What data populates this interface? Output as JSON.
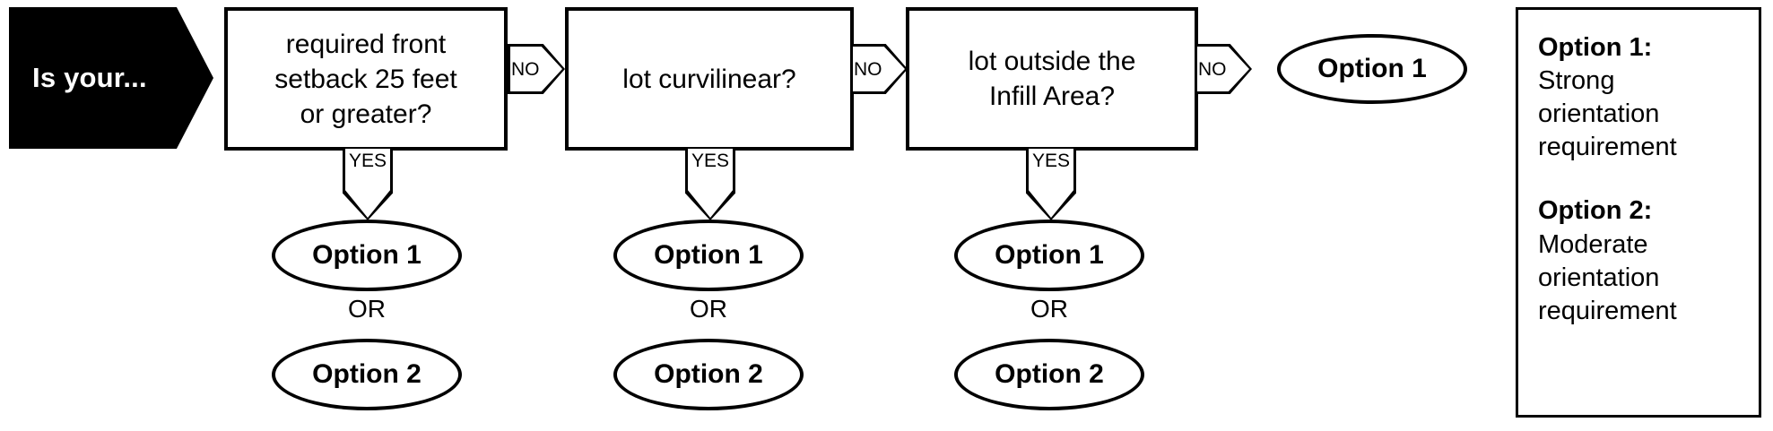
{
  "entry": {
    "label": "Is your..."
  },
  "decisions": [
    {
      "question": "required front\nsetback 25 feet\nor greater?",
      "no_label": "NO",
      "yes_label": "YES"
    },
    {
      "question": "lot curvilinear?",
      "no_label": "NO",
      "yes_label": "YES"
    },
    {
      "question": "lot outside the\nInfill Area?",
      "no_label": "NO",
      "yes_label": "YES"
    }
  ],
  "outcomes": {
    "option1_label": "Option 1",
    "option2_label": "Option 2",
    "or_label": "OR"
  },
  "terminal": {
    "label": "Option 1"
  },
  "legend": {
    "entries": [
      {
        "title": "Option 1:",
        "description": "Strong\norientation\nrequirement"
      },
      {
        "title": "Option 2:",
        "description": "Moderate\norientation\nrequirement"
      }
    ]
  },
  "colors": {
    "stroke": "#000000",
    "fill": "#ffffff",
    "entry_fill": "#000000",
    "entry_text": "#ffffff"
  }
}
